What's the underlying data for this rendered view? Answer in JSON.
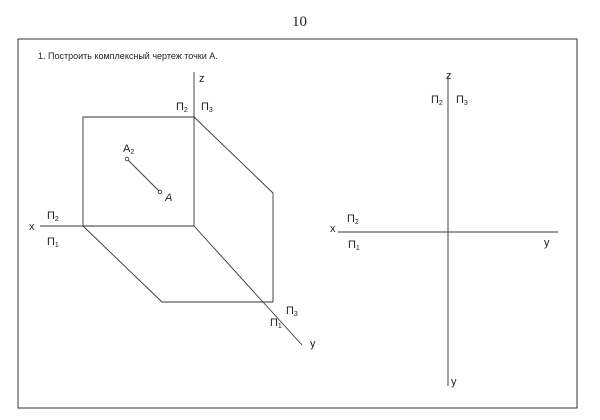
{
  "page_number": "10",
  "task": "1. Построить комплексный чертеж точки А.",
  "axonometric": {
    "axis_z": "z",
    "axis_x": "x",
    "axis_y": "y",
    "pi2_top": "П",
    "pi2_top_sub": "2",
    "pi3_top": "П",
    "pi3_top_sub": "3",
    "pi2_left": "П",
    "pi2_left_sub": "2",
    "pi1_left": "П",
    "pi1_left_sub": "1",
    "pi3_right": "П",
    "pi3_right_sub": "3",
    "pi1_right": "П",
    "pi1_right_sub": "1",
    "point_a2": "A",
    "point_a2_sub": "2",
    "point_a": "A"
  },
  "complex_drawing": {
    "axis_z": "z",
    "axis_x": "x",
    "axis_y_right": "y",
    "axis_y_bottom": "y",
    "pi2_top": "П",
    "pi2_top_sub": "2",
    "pi3_top": "П",
    "pi3_top_sub": "3",
    "pi2_left": "П",
    "pi2_left_sub": "2",
    "pi1_left": "П",
    "pi1_left_sub": "1"
  }
}
